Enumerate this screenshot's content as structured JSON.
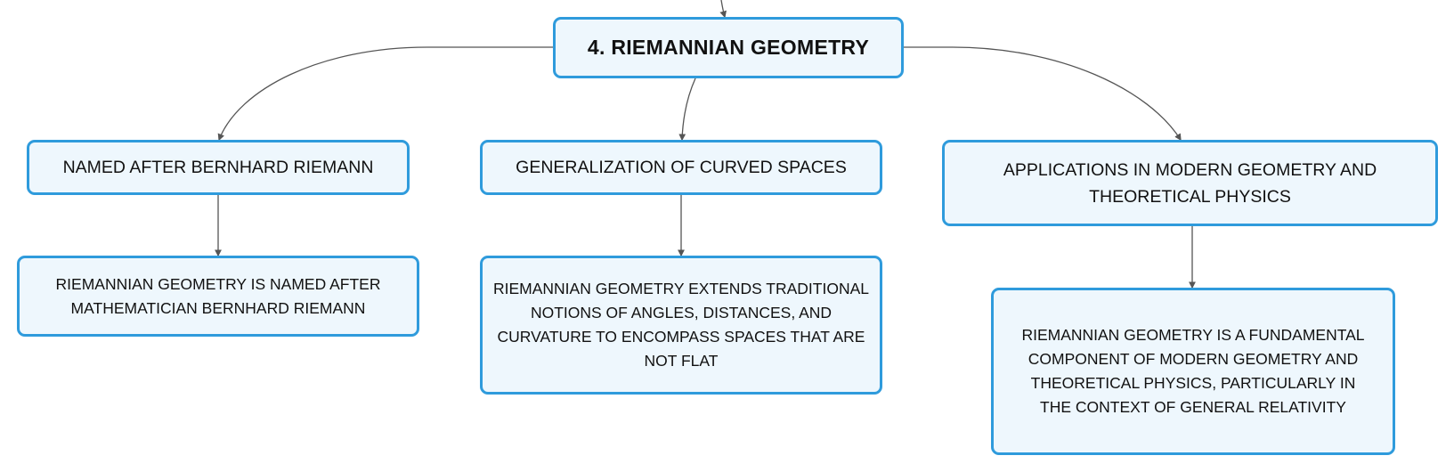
{
  "root": {
    "label": "4. RIEMANNIAN GEOMETRY"
  },
  "topics": [
    {
      "label": "NAMED AFTER BERNHARD RIEMANN"
    },
    {
      "label": "GENERALIZATION OF CURVED SPACES"
    },
    {
      "label": "APPLICATIONS IN MODERN GEOMETRY AND THEORETICAL PHYSICS"
    }
  ],
  "details": [
    {
      "label": "RIEMANNIAN GEOMETRY IS NAMED AFTER MATHEMATICIAN BERNHARD RIEMANN"
    },
    {
      "label": "RIEMANNIAN GEOMETRY EXTENDS TRADITIONAL NOTIONS OF ANGLES, DISTANCES, AND CURVATURE TO ENCOMPASS SPACES THAT ARE NOT FLAT"
    },
    {
      "label": "RIEMANNIAN GEOMETRY IS A FUNDAMENTAL COMPONENT OF MODERN GEOMETRY AND THEORETICAL PHYSICS, PARTICULARLY IN THE CONTEXT OF GENERAL RELATIVITY"
    }
  ],
  "colors": {
    "node_border": "#2f9bdc",
    "node_fill": "#eef7fd",
    "connector": "#555555"
  }
}
